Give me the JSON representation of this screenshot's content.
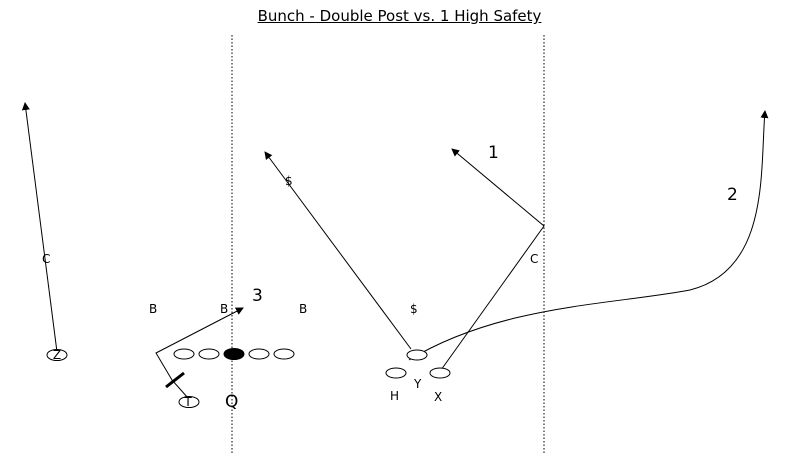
{
  "title": "Bunch - Double Post vs. 1 High Safety",
  "labels": {
    "z": "Z",
    "t": "T",
    "q": "Q",
    "h": "H",
    "y": "Y",
    "x": "X",
    "b_left": "B",
    "b_mid": "B",
    "b_right": "B",
    "c_left": "C",
    "c_right": "C",
    "s_top": "$",
    "s_low": "$",
    "read_1": "1",
    "read_2": "2",
    "read_3": "3"
  }
}
